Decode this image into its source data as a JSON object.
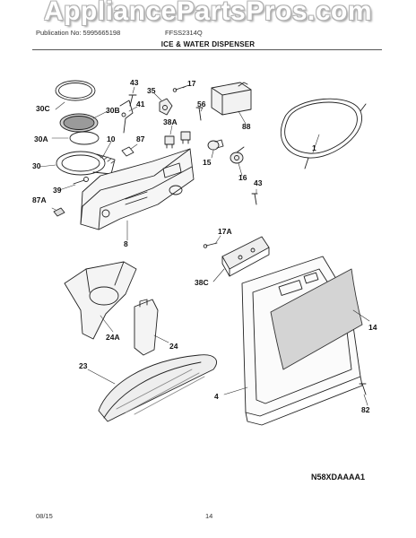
{
  "watermark": "AppliancePartsPros.com",
  "header": {
    "publication": "Publication No: 5995665198",
    "model": "FFSS2314Q",
    "title": "ICE & WATER DISPENSER"
  },
  "callouts": {
    "c30C": "30C",
    "c30B": "30B",
    "c30A": "30A",
    "c30": "30",
    "c39": "39",
    "c87A": "87A",
    "c10": "10",
    "c87": "87",
    "c41": "41",
    "c43a": "43",
    "c35": "35",
    "c17": "17",
    "c56": "56",
    "c38A": "38A",
    "c88": "88",
    "c1": "1",
    "c15": "15",
    "c16": "16",
    "c43b": "43",
    "c8": "8",
    "c17A": "17A",
    "c38C": "38C",
    "c14": "14",
    "c24A": "24A",
    "c24": "24",
    "c23": "23",
    "c4": "4",
    "c82": "82"
  },
  "diagram_code": "N58XDAAAA1",
  "footer": {
    "date": "08/15",
    "page": "14"
  }
}
